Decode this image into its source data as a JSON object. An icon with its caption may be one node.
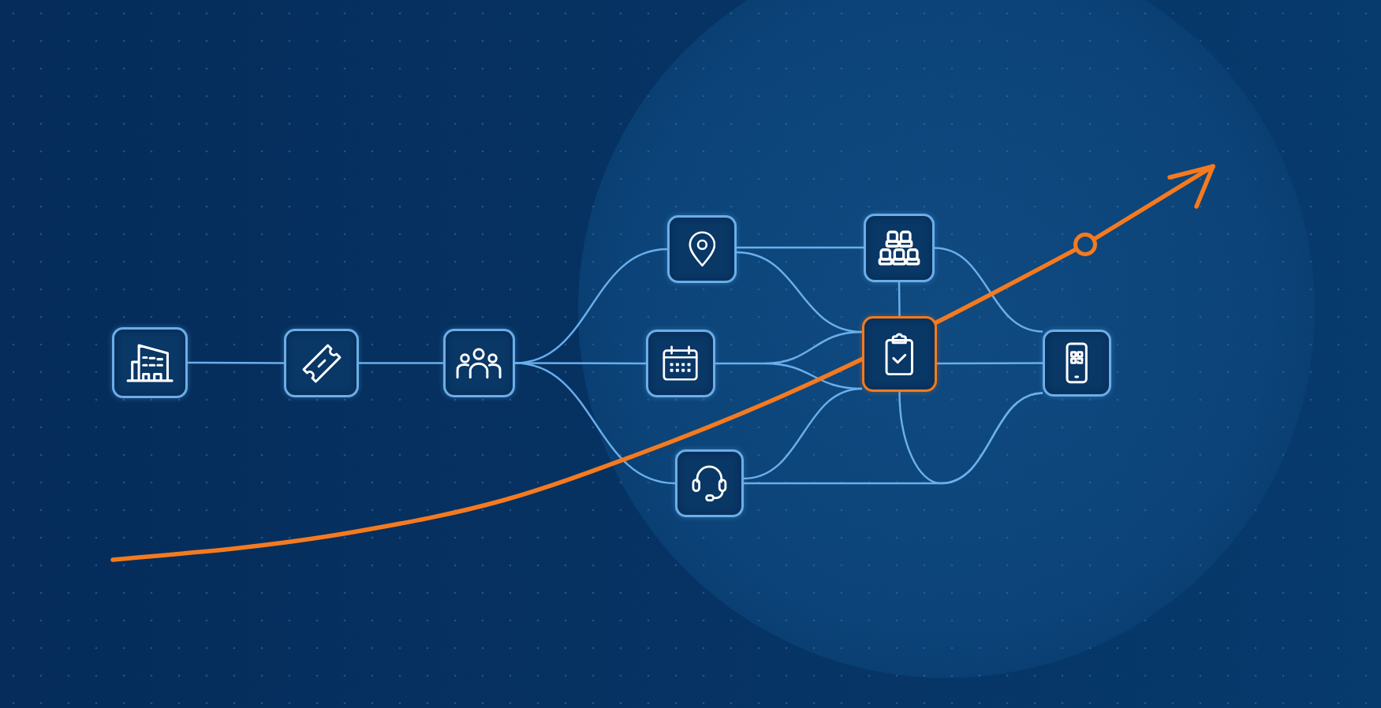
{
  "diagram": {
    "nodes": [
      {
        "text": [],
        "shape": "box"
      },
      {
        "text": [],
        "shape": "box"
      },
      {
        "text": [],
        "shape": "box"
      },
      {
        "text": [],
        "shape": "box"
      },
      {
        "text": [],
        "shape": "box"
      },
      {
        "text": [],
        "shape": "box"
      },
      {
        "text": [],
        "shape": "box"
      },
      {
        "text": [],
        "shape": "box"
      },
      {
        "text": [],
        "shape": "box"
      }
    ],
    "edges": [
      {
        "from": 0,
        "to": 1,
        "arrow": "none"
      },
      {
        "from": 1,
        "to": 2,
        "arrow": "none"
      },
      {
        "from": 2,
        "to": 3,
        "arrow": "none"
      },
      {
        "from": 2,
        "to": 4,
        "arrow": "none"
      },
      {
        "from": 2,
        "to": 5,
        "arrow": "none"
      },
      {
        "from": 3,
        "to": 6,
        "arrow": "none"
      },
      {
        "from": 3,
        "to": 7,
        "arrow": "none"
      },
      {
        "from": 4,
        "to": 7,
        "arrow": "none"
      },
      {
        "from": 5,
        "to": 7,
        "arrow": "none"
      },
      {
        "from": 5,
        "to": 8,
        "arrow": "none"
      },
      {
        "from": 6,
        "to": 7,
        "arrow": "none"
      },
      {
        "from": 6,
        "to": 8,
        "arrow": "none"
      },
      {
        "from": 7,
        "to": 8,
        "arrow": "none"
      },
      {
        "from": 7,
        "to": 8,
        "arrow": "none"
      }
    ]
  }
}
